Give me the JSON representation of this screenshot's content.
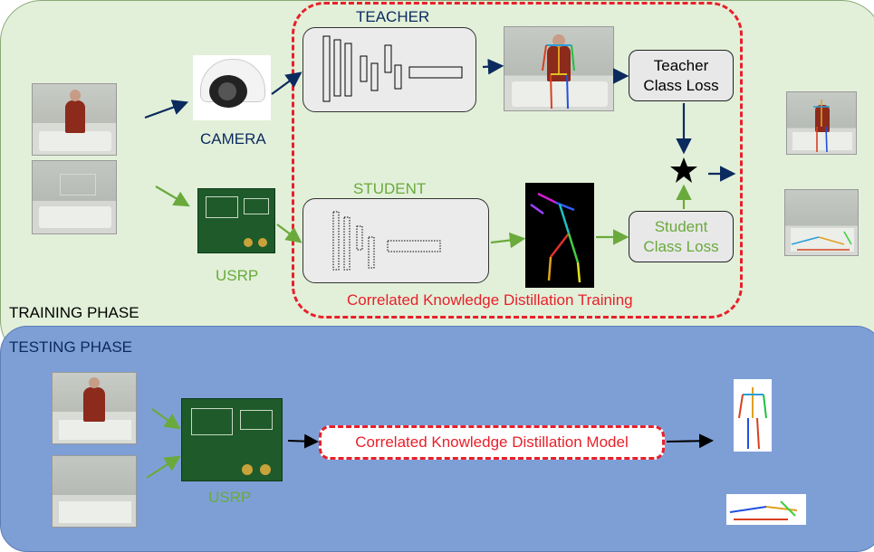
{
  "training": {
    "phase_label": "TRAINING PHASE",
    "teacher_label": "TEACHER",
    "student_label": "STUDENT",
    "camera_label": "CAMERA",
    "usrp_label": "USRP",
    "teacher_loss_line1": "Teacher",
    "teacher_loss_line2": "Class Loss",
    "student_loss_line1": "Student",
    "student_loss_line2": "Class Loss",
    "kd_training_label": "Correlated Knowledge Distillation Training"
  },
  "testing": {
    "phase_label": "TESTING PHASE",
    "usrp_label": "USRP",
    "kd_model_label": "Correlated Knowledge Distillation Model"
  },
  "colors": {
    "navy": "#0b2a5e",
    "green": "#6aaa3c",
    "red": "#e8202a",
    "train_bg": "#e2f0d9",
    "test_bg": "#7e9fd6"
  },
  "icons": [
    "camera-icon",
    "usrp-board-icon",
    "star-icon"
  ]
}
